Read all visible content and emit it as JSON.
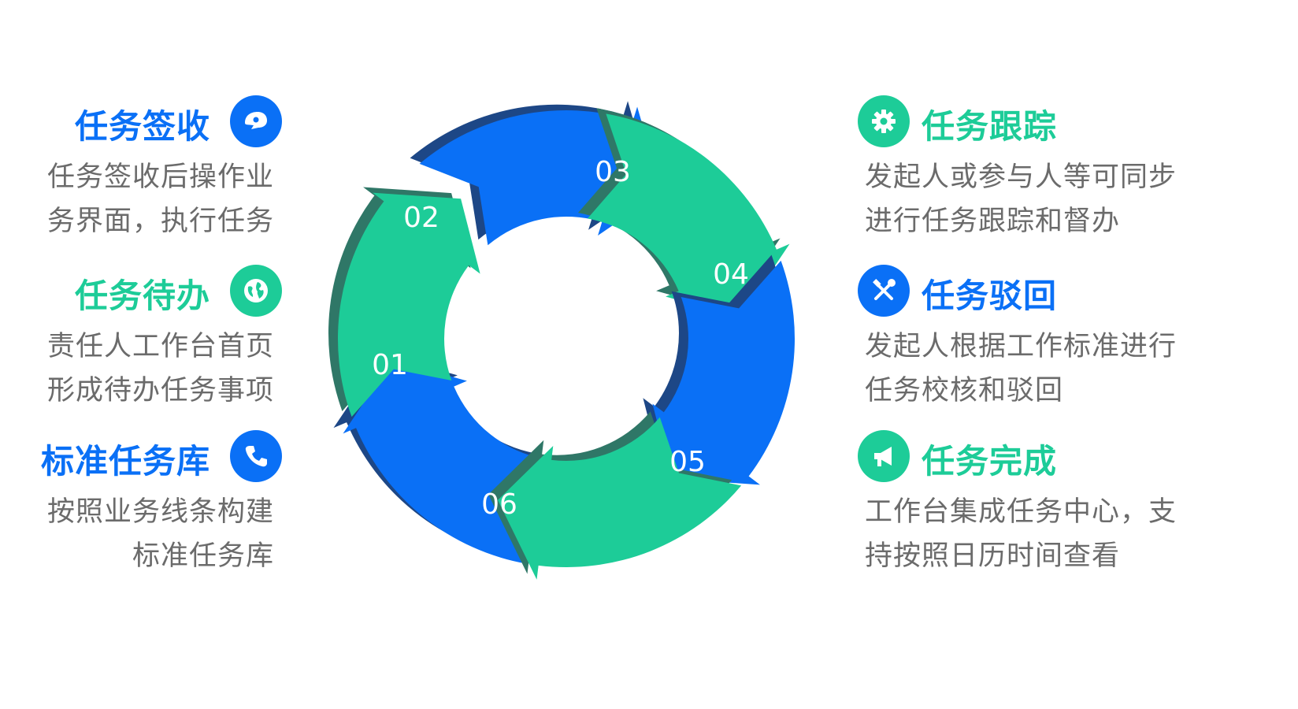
{
  "colors": {
    "blue": "#0a70f6",
    "green": "#1dcc98",
    "text_gray": "#6b6b6b"
  },
  "cycle": {
    "segments": [
      {
        "label": "01",
        "color": "blue"
      },
      {
        "label": "02",
        "color": "green"
      },
      {
        "label": "03",
        "color": "blue"
      },
      {
        "label": "04",
        "color": "green"
      },
      {
        "label": "05",
        "color": "blue"
      },
      {
        "label": "06",
        "color": "green"
      }
    ]
  },
  "left_items": [
    {
      "title": "任务签收",
      "desc_lines": [
        "任务签收后操作业",
        "务界面，执行任务"
      ],
      "color": "#0a70f6",
      "icon": "chat-bubble-icon"
    },
    {
      "title": "任务待办",
      "desc_lines": [
        "责任人工作台首页",
        "形成待办任务事项"
      ],
      "color": "#1dcc98",
      "icon": "globe-icon"
    },
    {
      "title": "标准任务库",
      "desc_lines": [
        "按照业务线条构建",
        "标准任务库"
      ],
      "color": "#0a70f6",
      "icon": "phone-icon"
    }
  ],
  "right_items": [
    {
      "title": "任务跟踪",
      "desc_lines": [
        "发起人或参与人等可同步",
        "进行任务跟踪和督办"
      ],
      "color": "#1dcc98",
      "icon": "gear-icon"
    },
    {
      "title": "任务驳回",
      "desc_lines": [
        "发起人根据工作标准进行",
        "任务校核和驳回"
      ],
      "color": "#0a70f6",
      "icon": "tools-icon"
    },
    {
      "title": "任务完成",
      "desc_lines": [
        "工作台集成任务中心，支",
        "持按照日历时间查看"
      ],
      "color": "#1dcc98",
      "icon": "megaphone-icon"
    }
  ]
}
